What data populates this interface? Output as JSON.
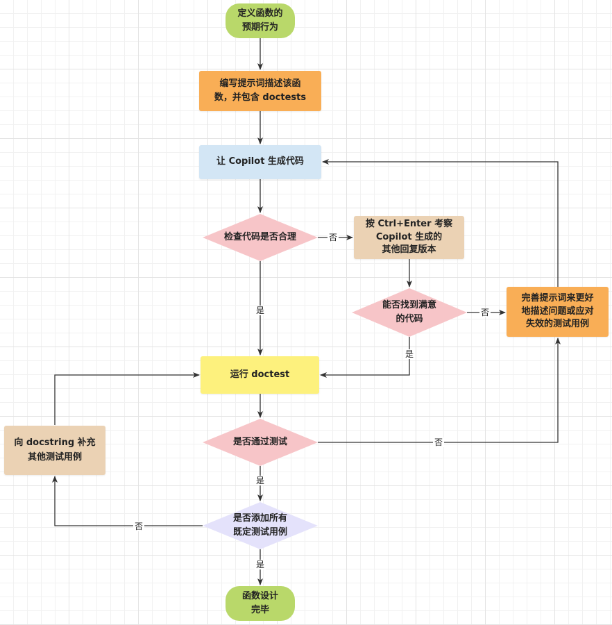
{
  "nodes": {
    "start": "定义函数的\n预期行为",
    "write_prompt": "编写提示词描述该函\n数，并包含 doctests",
    "copilot_generate": "让 Copilot 生成代码",
    "check_code": "检查代码是否合理",
    "ctrl_enter": "按 Ctrl+Enter 考察\nCopilot 生成的\n其他回复版本",
    "found_code": "能否找到满意\n的代码",
    "refine_prompt": "完善提示词来更好\n地描述问题或应对\n失效的测试用例",
    "run_doctest": "运行 doctest",
    "tests_pass": "是否通过测试",
    "add_tests": "向 docstring 补充\n其他测试用例",
    "all_tests_added": "是否添加所有\n既定测试用例",
    "end": "函数设计\n完毕"
  },
  "edge_labels": {
    "check_no": "否",
    "check_yes": "是",
    "found_no": "否",
    "found_yes": "是",
    "pass_no": "否",
    "pass_yes": "是",
    "added_no": "否",
    "added_yes": "是"
  },
  "colors": {
    "terminal": "#b9d86a",
    "orange": "#f9ae56",
    "blue": "#d3e6f5",
    "pink": "#f7c5c8",
    "tan": "#ebd2b4",
    "yellow": "#fdf17d",
    "lavender": "#e4e2fb",
    "edge": "#333333"
  }
}
